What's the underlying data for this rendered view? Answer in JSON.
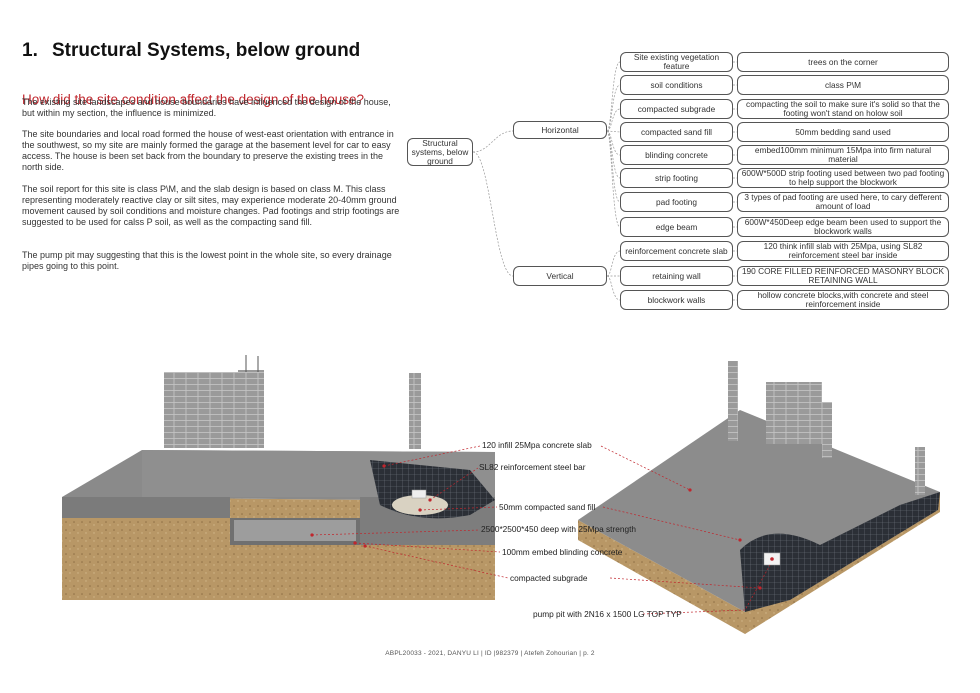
{
  "title": {
    "number": "1.",
    "text": "Structural Systems, below ground"
  },
  "subtitle": "How did the site condition affect the design of the house?",
  "paragraphs": [
    "The existing site landscapes and house boundaries have influenced the design of the house, but within my section, the influence is minimized.",
    "The site boundaries and local road formed the house of west-east orientation with entrance in the southwest, so my site are mainly formed the garage at the basement level for car to easy access. The house is been set back from the boundary to preserve the existing trees in the north side.",
    "The soil report for this site is class P\\M, and the slab design is based on class M. This class representing moderately reactive clay or silt sites, may experience moderate 20-40mm  ground movement caused by soil conditions and moisture changes. Pad footings and strip footings are suggested to be used for calss P soil, as well as the compacting sand fill.",
    "The pump pit may suggesting that this is the lowest point in the whole site, so every drainage pipes going to this point."
  ],
  "tree": {
    "root": "Structural systems, below ground",
    "horizontal": "Horizontal",
    "vertical": "Vertical",
    "items": [
      {
        "name": "Site existing vegetation feature",
        "desc": "trees on the corner"
      },
      {
        "name": "soil conditions",
        "desc": "class P\\M"
      },
      {
        "name": "compacted subgrade",
        "desc": "compacting the soil to make sure it's solid so that the footing won't stand on holow soil"
      },
      {
        "name": "compacted sand fill",
        "desc": "50mm bedding sand used"
      },
      {
        "name": "blinding concrete",
        "desc": "embed100mm minimum 15Mpa into firm natural material"
      },
      {
        "name": "strip footing",
        "desc": "600W*500D strip footing used between two pad footing to help support the blockwork"
      },
      {
        "name": "pad footing",
        "desc": "3 types of pad footing are used here, to cary defferent amount of load"
      },
      {
        "name": "edge beam",
        "desc": "600W*450Deep edge beam been used to support the blockwork walls"
      },
      {
        "name": "reinforcement concrete slab",
        "desc": "120 think infill slab with 25Mpa, using SL82 reinforcement steel bar inside"
      },
      {
        "name": "retaining wall",
        "desc": "190 CORE FILLED REINFORCED MASONRY BLOCK RETAINING WALL"
      },
      {
        "name": "blockwork walls",
        "desc": "hollow concrete blocks,with concrete and steel reinforcement inside"
      }
    ]
  },
  "annotations": [
    "120 infill 25Mpa concrete slab",
    "SL82 reinforcement steel bar",
    "50mm compacted sand fill",
    "2500*2500*450 deep with 25Mpa strength",
    "100mm embed blinding concrete",
    "compacted subgrade",
    "pump pit with 2N16 x 1500 LG TOP TYP"
  ],
  "footer": "ABPL20033 - 2021, DANYU LI | ID |982379 | Atefeh Zohourian | p. 2",
  "colors": {
    "accent": "#c0262d",
    "leader": "#c0262d",
    "slab": "#8a8a8a",
    "soil": "#b39062"
  }
}
